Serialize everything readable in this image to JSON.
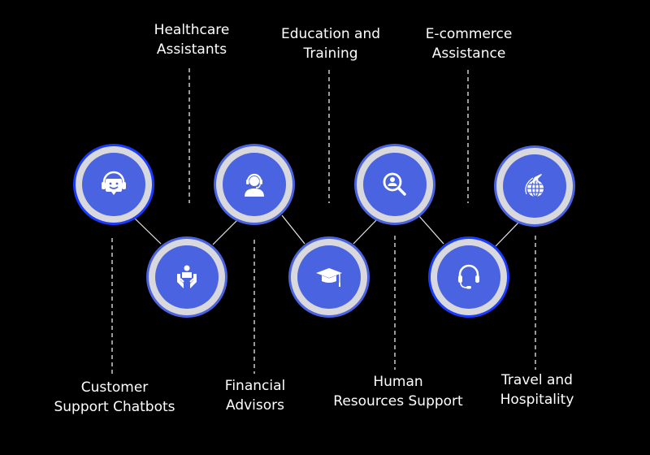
{
  "colors": {
    "background": "#000000",
    "node_outer_highlight": "#1a3cff",
    "node_outer": "#4a63e0",
    "node_ring": "#d9d9dd",
    "node_core": "#4a63e0",
    "text": "#ffffff"
  },
  "nodes": [
    {
      "id": "customer-support",
      "label_line1": "Customer",
      "label_line2": "Support Chatbots",
      "icon": "chatbot-headset-icon",
      "position": "top",
      "label_position": "below"
    },
    {
      "id": "healthcare",
      "label_line1": "Healthcare",
      "label_line2": "Assistants",
      "icon": "hands-care-person-icon",
      "position": "bottom",
      "label_position": "above"
    },
    {
      "id": "financial",
      "label_line1": "Financial",
      "label_line2": "Advisors",
      "icon": "advisor-headset-person-icon",
      "position": "top",
      "label_position": "below"
    },
    {
      "id": "education",
      "label_line1": "Education and",
      "label_line2": "Training",
      "icon": "graduation-cap-icon",
      "position": "bottom",
      "label_position": "above"
    },
    {
      "id": "hr",
      "label_line1": "Human",
      "label_line2": "Resources Support",
      "icon": "person-search-icon",
      "position": "top",
      "label_position": "below"
    },
    {
      "id": "ecommerce",
      "label_line1": "E-commerce",
      "label_line2": "Assistance",
      "icon": "headset-icon",
      "position": "bottom",
      "label_position": "above"
    },
    {
      "id": "travel",
      "label_line1": "Travel and",
      "label_line2": "Hospitality",
      "icon": "globe-airplane-icon",
      "position": "top",
      "label_position": "below"
    }
  ]
}
